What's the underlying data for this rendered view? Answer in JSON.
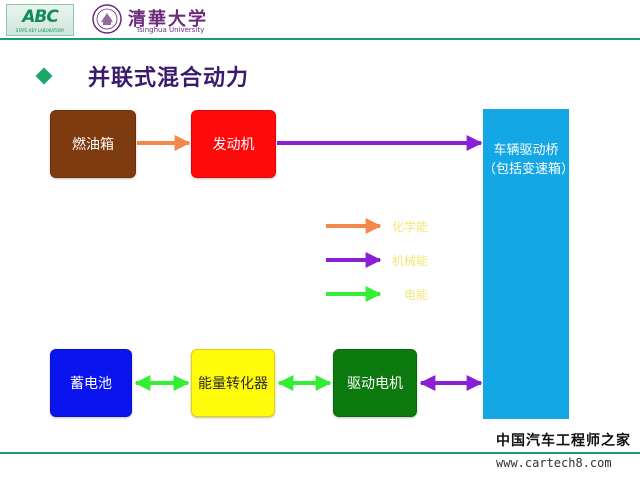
{
  "header": {
    "logo_text": "ABC",
    "logo_subtext": "STATE KEY LABORATORY",
    "university_name_cn": "清華大学",
    "university_name_en": "Tsinghua University"
  },
  "title": "并联式混合动力",
  "nodes": {
    "fuel_tank": "燃油箱",
    "engine": "发动机",
    "battery": "蓄电池",
    "power_converter": "能量转化器",
    "drive_motor": "驱动电机",
    "vehicle_axle": "车辆驱动桥（包括变速箱）"
  },
  "legend": [
    {
      "label": "化学能",
      "color": "#f4874b"
    },
    {
      "label": "机械能",
      "color": "#8a1fd6"
    },
    {
      "label": "电能",
      "color": "#33ee33"
    }
  ],
  "watermark": {
    "name": "中国汽车工程师之家",
    "url": "www.cartech8.com"
  }
}
